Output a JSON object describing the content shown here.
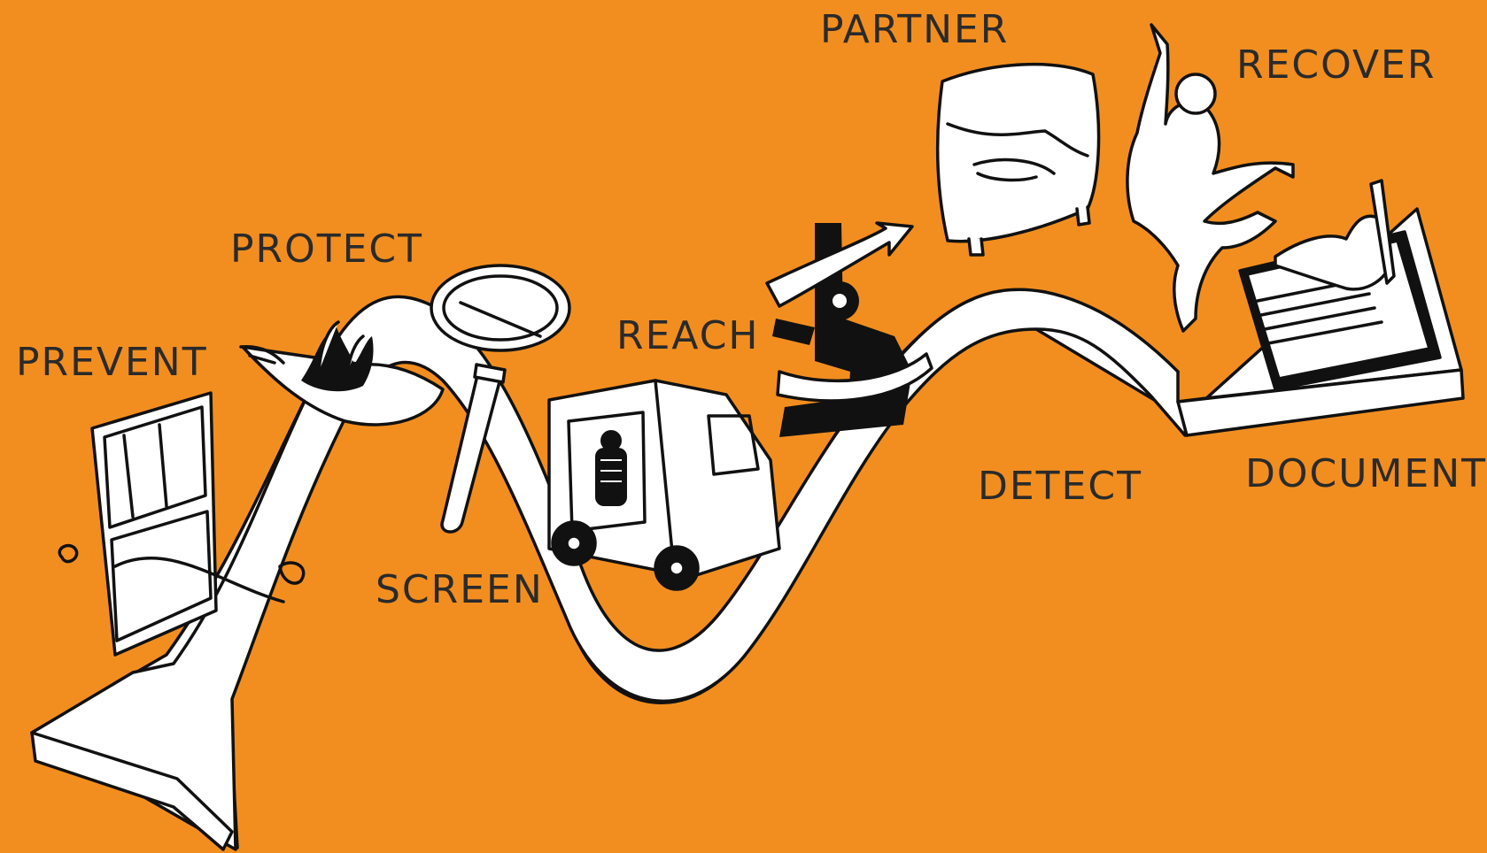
{
  "colors": {
    "background": "#F28E1F",
    "path_fill": "#FFFFFF",
    "ink": "#111111",
    "label_text": "#2a2a2a"
  },
  "stages": {
    "prevent": {
      "label": "PREVENT",
      "icon": "window-icon"
    },
    "protect": {
      "label": "PROTECT",
      "icon": "hand-flame-icon"
    },
    "screen": {
      "label": "SCREEN",
      "icon": "magnifying-glass-icon"
    },
    "reach": {
      "label": "REACH",
      "icon": "mobile-xray-van-icon"
    },
    "detect": {
      "label": "DETECT",
      "icon": "microscope-icon"
    },
    "partner": {
      "label": "PARTNER",
      "icon": "handshake-icon"
    },
    "recover": {
      "label": "RECOVER",
      "icon": "leaping-figure-icon"
    },
    "document": {
      "label": "DOCUMENT",
      "icon": "clipboard-icon"
    }
  }
}
